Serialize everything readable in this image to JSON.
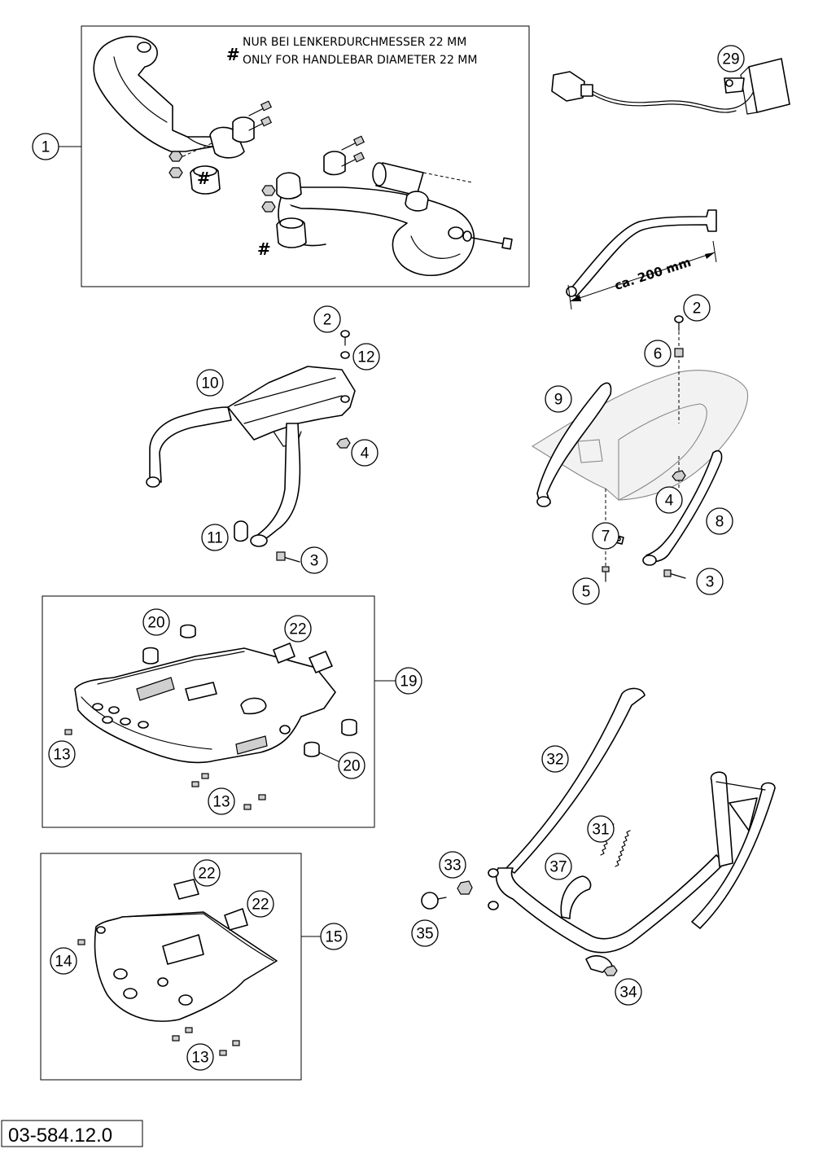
{
  "note": {
    "marker": "#",
    "line1": "NUR BEI LENKERDURCHMESSER 22 MM",
    "line2": "ONLY FOR HANDLEBAR DIAMETER 22 MM"
  },
  "hash_marks": [
    "#",
    "#"
  ],
  "dimension_label": "ca. 200 mm",
  "drawing_number": "03-584.12.0",
  "callouts": [
    "1",
    "29",
    "2",
    "12",
    "10",
    "4",
    "11",
    "3",
    "2",
    "6",
    "9",
    "4",
    "7",
    "8",
    "5",
    "3",
    "20",
    "22",
    "19",
    "13",
    "20",
    "13",
    "32",
    "31",
    "33",
    "37",
    "35",
    "34",
    "22",
    "22",
    "15",
    "14",
    "13"
  ]
}
